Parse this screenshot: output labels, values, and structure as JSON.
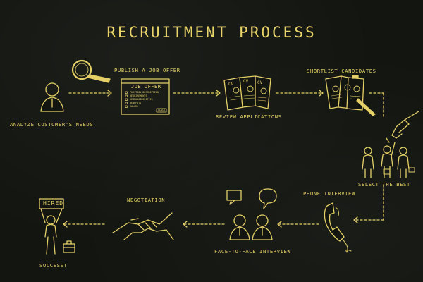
{
  "title": "RECRUITMENT PROCESS",
  "steps": {
    "analyze": "ANALYZE CUSTOMER'S NEEDS",
    "publish": "PUBLISH A JOB OFFER",
    "review": "REVIEW APPLICATIONS",
    "shortlist": "SHORTLIST CANDIDATES",
    "select": "SELECT THE BEST",
    "phone": "PHONE INTERVIEW",
    "face": "FACE-TO-FACE INTERVIEW",
    "negotiation": "NEGOTIATION",
    "success": "SUCCESS!"
  },
  "job_offer_card": {
    "heading": "JOB OFFER",
    "items": [
      "POSITION DESCRIPTION",
      "REQUIREMENTS",
      "RESPONSIBILITIES",
      "BENEFITS",
      "SALARY"
    ],
    "button": "CLICK"
  },
  "cv_label": "CV",
  "sign_text": "HIRED",
  "colors": {
    "chalk": "#e4d067",
    "board": "#131511"
  }
}
